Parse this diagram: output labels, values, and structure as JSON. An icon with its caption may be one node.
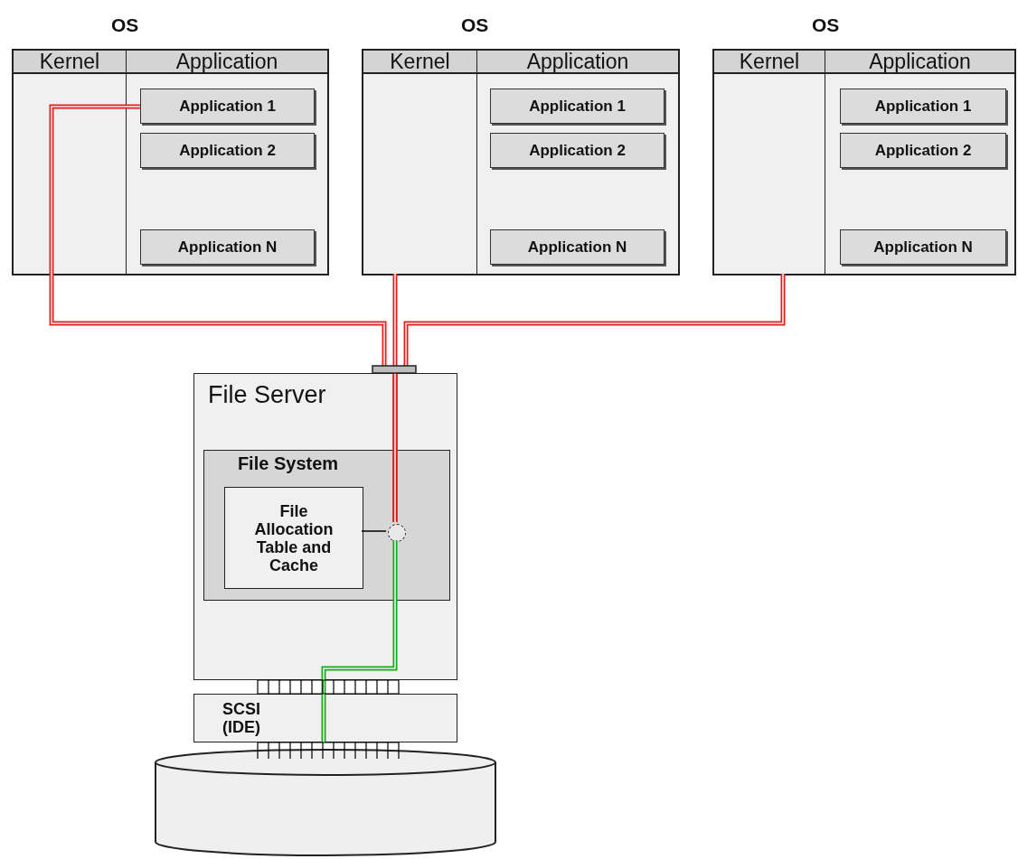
{
  "diagram": {
    "nodes": [
      {
        "text": [
          "OS"
        ]
      },
      {
        "text": [
          "Kernel"
        ],
        "in": 0
      },
      {
        "text": [
          "Application"
        ],
        "in": 0
      },
      {
        "text": [
          "Application 1"
        ],
        "in": 2
      },
      {
        "text": [
          "Application 2"
        ],
        "in": 2
      },
      {
        "text": [
          "Application N"
        ],
        "in": 2
      },
      {
        "text": [
          "OS"
        ]
      },
      {
        "text": [
          "Kernel"
        ],
        "in": 6
      },
      {
        "text": [
          "Application"
        ],
        "in": 6
      },
      {
        "text": [
          "Application 1"
        ],
        "in": 8
      },
      {
        "text": [
          "Application 2"
        ],
        "in": 8
      },
      {
        "text": [
          "Application N"
        ],
        "in": 8
      },
      {
        "text": [
          "OS"
        ]
      },
      {
        "text": [
          "Kernel"
        ],
        "in": 12
      },
      {
        "text": [
          "Application"
        ],
        "in": 12
      },
      {
        "text": [
          "Application 1"
        ],
        "in": 14
      },
      {
        "text": [
          "Application 2"
        ],
        "in": 14
      },
      {
        "text": [
          "Application N"
        ],
        "in": 14
      },
      {
        "text": [
          "File Server"
        ]
      },
      {
        "text": [
          "File System"
        ],
        "in": 18
      },
      {
        "text": [
          "File Allocation Table and Cache"
        ],
        "in": 19
      },
      {
        "text": [],
        "shape": "circle",
        "in": 19
      },
      {
        "text": [
          "SCSI (IDE)"
        ]
      },
      {
        "text": [],
        "shape": "cylinder"
      }
    ],
    "edges": [
      {
        "from": 3,
        "to": 1,
        "arrow": "none"
      },
      {
        "from": 7,
        "to": 21,
        "arrow": "none"
      },
      {
        "from": 13,
        "to": 21,
        "arrow": "none"
      },
      {
        "from": 20,
        "to": 21,
        "arrow": "none",
        "color": "#000000"
      },
      {
        "from": 21,
        "to": 22,
        "arrow": "none",
        "color": "#1aa81a"
      },
      {
        "from": 18,
        "to": 22,
        "arrow": "none",
        "color": "#000000"
      },
      {
        "from": 22,
        "to": 23,
        "arrow": "none",
        "color": "#000000"
      },
      {
        "from": 1,
        "to": 21,
        "arrow": "none"
      }
    ]
  }
}
